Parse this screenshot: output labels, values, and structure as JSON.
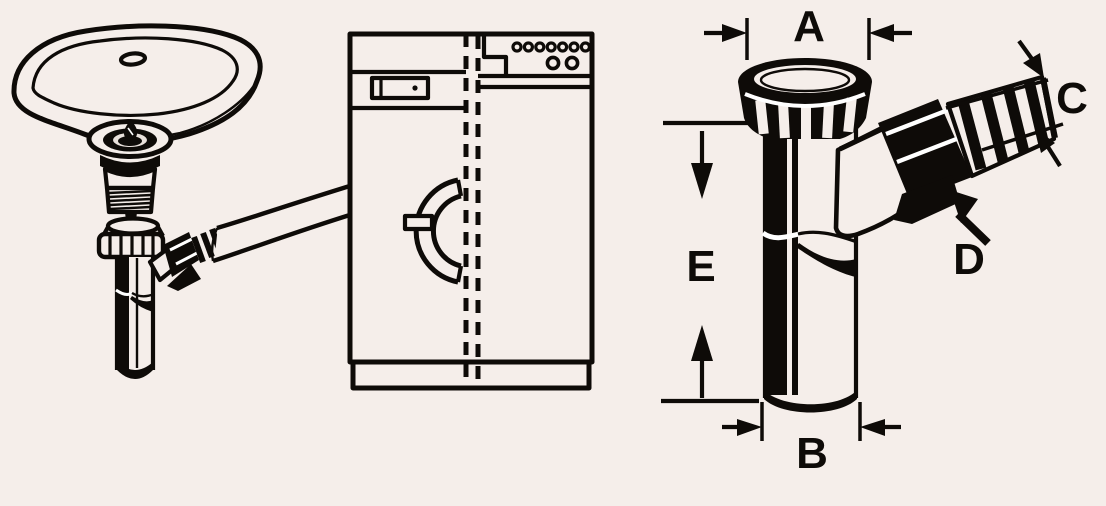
{
  "colors": {
    "background": "#f5eeea",
    "ink": "#0e0b08",
    "highlight": "#ffffff"
  },
  "dimension_labels": {
    "a": "A",
    "b": "B",
    "c": "C",
    "d": "D",
    "e": "E"
  }
}
